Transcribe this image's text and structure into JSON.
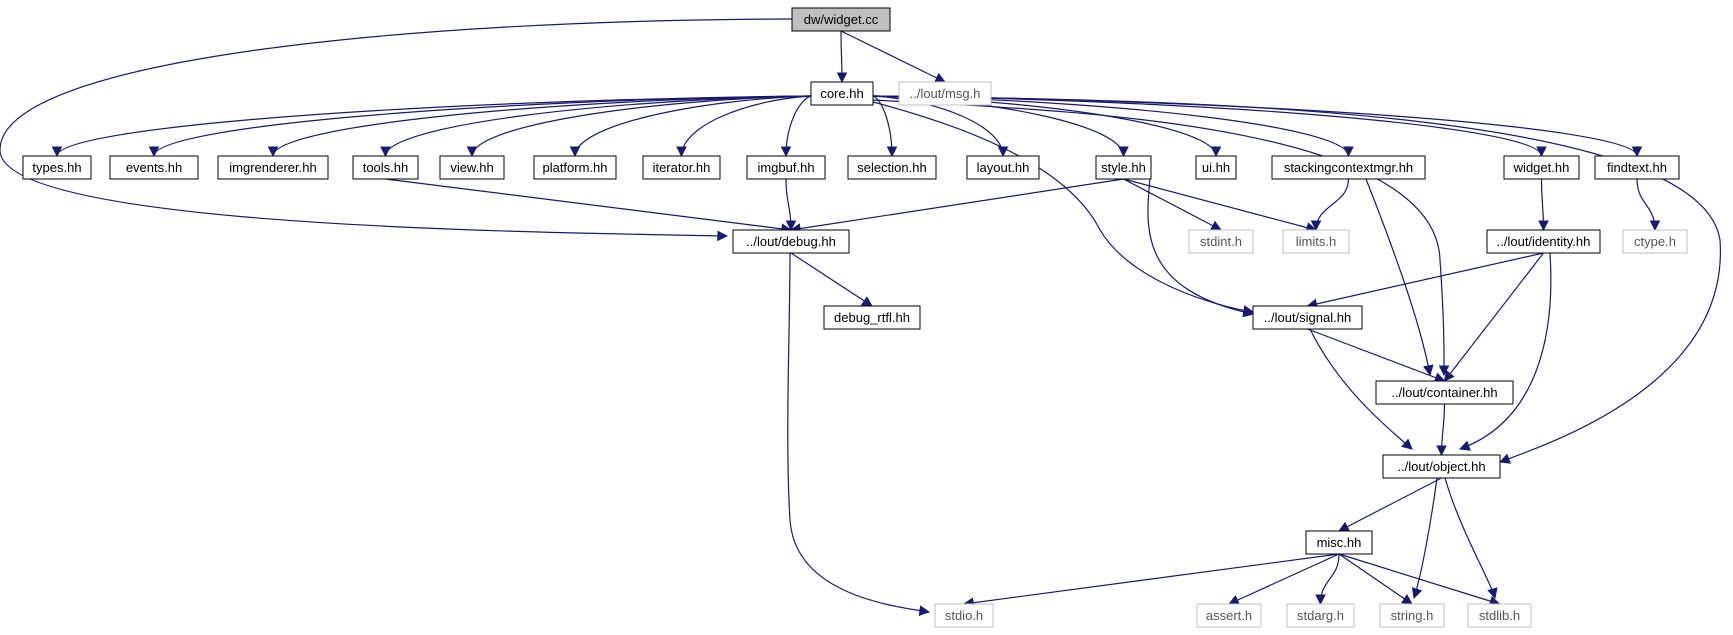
{
  "graph": {
    "colors": {
      "edge": "#191970",
      "root_fill": "#bfbfbf",
      "node_stroke": "#000000",
      "external_stroke": "#bfbfbf",
      "external_text": "#555555",
      "text": "#000000"
    },
    "nodes": [
      {
        "id": "widget_cc",
        "label": "dw/widget.cc",
        "kind": "root"
      },
      {
        "id": "core_hh",
        "label": "core.hh",
        "kind": "internal"
      },
      {
        "id": "msg_h",
        "label": "../lout/msg.h",
        "kind": "external"
      },
      {
        "id": "types_hh",
        "label": "types.hh",
        "kind": "internal"
      },
      {
        "id": "events_hh",
        "label": "events.hh",
        "kind": "internal"
      },
      {
        "id": "imgrenderer_hh",
        "label": "imgrenderer.hh",
        "kind": "internal"
      },
      {
        "id": "tools_hh",
        "label": "tools.hh",
        "kind": "internal"
      },
      {
        "id": "view_hh",
        "label": "view.hh",
        "kind": "internal"
      },
      {
        "id": "platform_hh",
        "label": "platform.hh",
        "kind": "internal"
      },
      {
        "id": "iterator_hh",
        "label": "iterator.hh",
        "kind": "internal"
      },
      {
        "id": "imgbuf_hh",
        "label": "imgbuf.hh",
        "kind": "internal"
      },
      {
        "id": "selection_hh",
        "label": "selection.hh",
        "kind": "internal"
      },
      {
        "id": "layout_hh",
        "label": "layout.hh",
        "kind": "internal"
      },
      {
        "id": "style_hh",
        "label": "style.hh",
        "kind": "internal"
      },
      {
        "id": "ui_hh",
        "label": "ui.hh",
        "kind": "internal"
      },
      {
        "id": "stackingcontextmgr_hh",
        "label": "stackingcontextmgr.hh",
        "kind": "internal"
      },
      {
        "id": "widget_hh",
        "label": "widget.hh",
        "kind": "internal"
      },
      {
        "id": "findtext_hh",
        "label": "findtext.hh",
        "kind": "internal"
      },
      {
        "id": "debug_hh",
        "label": "../lout/debug.hh",
        "kind": "internal"
      },
      {
        "id": "stdint_h",
        "label": "stdint.h",
        "kind": "external"
      },
      {
        "id": "limits_h",
        "label": "limits.h",
        "kind": "external"
      },
      {
        "id": "identity_hh",
        "label": "../lout/identity.hh",
        "kind": "internal"
      },
      {
        "id": "ctype_h",
        "label": "ctype.h",
        "kind": "external"
      },
      {
        "id": "debug_rtfl_hh",
        "label": "debug_rtfl.hh",
        "kind": "internal"
      },
      {
        "id": "signal_hh",
        "label": "../lout/signal.hh",
        "kind": "internal"
      },
      {
        "id": "container_hh",
        "label": "../lout/container.hh",
        "kind": "internal"
      },
      {
        "id": "object_hh",
        "label": "../lout/object.hh",
        "kind": "internal"
      },
      {
        "id": "misc_hh",
        "label": "misc.hh",
        "kind": "internal"
      },
      {
        "id": "stdio_h",
        "label": "stdio.h",
        "kind": "external"
      },
      {
        "id": "assert_h",
        "label": "assert.h",
        "kind": "external"
      },
      {
        "id": "stdarg_h",
        "label": "stdarg.h",
        "kind": "external"
      },
      {
        "id": "string_h",
        "label": "string.h",
        "kind": "external"
      },
      {
        "id": "stdlib_h",
        "label": "stdlib.h",
        "kind": "external"
      }
    ],
    "edges": [
      {
        "from": "widget_cc",
        "to": "core_hh"
      },
      {
        "from": "widget_cc",
        "to": "msg_h"
      },
      {
        "from": "widget_cc",
        "to": "debug_hh"
      },
      {
        "from": "core_hh",
        "to": "types_hh"
      },
      {
        "from": "core_hh",
        "to": "events_hh"
      },
      {
        "from": "core_hh",
        "to": "imgrenderer_hh"
      },
      {
        "from": "core_hh",
        "to": "tools_hh"
      },
      {
        "from": "core_hh",
        "to": "view_hh"
      },
      {
        "from": "core_hh",
        "to": "platform_hh"
      },
      {
        "from": "core_hh",
        "to": "iterator_hh"
      },
      {
        "from": "core_hh",
        "to": "imgbuf_hh"
      },
      {
        "from": "core_hh",
        "to": "selection_hh"
      },
      {
        "from": "core_hh",
        "to": "layout_hh"
      },
      {
        "from": "core_hh",
        "to": "style_hh"
      },
      {
        "from": "core_hh",
        "to": "ui_hh"
      },
      {
        "from": "core_hh",
        "to": "stackingcontextmgr_hh"
      },
      {
        "from": "core_hh",
        "to": "widget_hh"
      },
      {
        "from": "core_hh",
        "to": "findtext_hh"
      },
      {
        "from": "core_hh",
        "to": "signal_hh"
      },
      {
        "from": "core_hh",
        "to": "container_hh"
      },
      {
        "from": "core_hh",
        "to": "object_hh"
      },
      {
        "from": "tools_hh",
        "to": "debug_hh"
      },
      {
        "from": "imgbuf_hh",
        "to": "debug_hh"
      },
      {
        "from": "style_hh",
        "to": "debug_hh"
      },
      {
        "from": "style_hh",
        "to": "stdint_h"
      },
      {
        "from": "style_hh",
        "to": "limits_h"
      },
      {
        "from": "style_hh",
        "to": "signal_hh"
      },
      {
        "from": "stackingcontextmgr_hh",
        "to": "limits_h"
      },
      {
        "from": "stackingcontextmgr_hh",
        "to": "container_hh"
      },
      {
        "from": "widget_hh",
        "to": "identity_hh"
      },
      {
        "from": "findtext_hh",
        "to": "ctype_h"
      },
      {
        "from": "debug_hh",
        "to": "debug_rtfl_hh"
      },
      {
        "from": "debug_hh",
        "to": "stdio_h"
      },
      {
        "from": "identity_hh",
        "to": "signal_hh"
      },
      {
        "from": "identity_hh",
        "to": "container_hh"
      },
      {
        "from": "identity_hh",
        "to": "object_hh"
      },
      {
        "from": "signal_hh",
        "to": "container_hh"
      },
      {
        "from": "signal_hh",
        "to": "object_hh"
      },
      {
        "from": "container_hh",
        "to": "object_hh"
      },
      {
        "from": "object_hh",
        "to": "misc_hh"
      },
      {
        "from": "object_hh",
        "to": "string_h"
      },
      {
        "from": "object_hh",
        "to": "stdlib_h"
      },
      {
        "from": "misc_hh",
        "to": "stdio_h"
      },
      {
        "from": "misc_hh",
        "to": "assert_h"
      },
      {
        "from": "misc_hh",
        "to": "stdarg_h"
      },
      {
        "from": "misc_hh",
        "to": "string_h"
      },
      {
        "from": "misc_hh",
        "to": "stdlib_h"
      }
    ]
  }
}
